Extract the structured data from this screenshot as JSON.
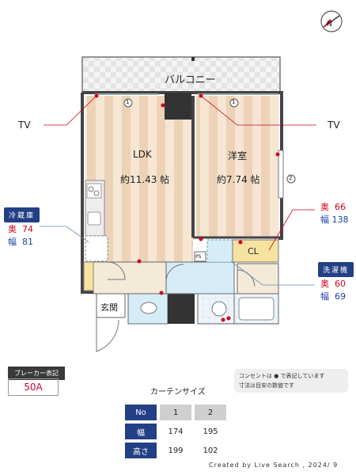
{
  "plan": {
    "balcony": "バルコニー",
    "ldk_name": "LDK",
    "ldk_size": "約11.43 帖",
    "western_name": "洋室",
    "western_size": "約7.74 帖",
    "tv_left": "TV",
    "tv_right": "TV",
    "window1": "1",
    "window2": "1",
    "window3": "2",
    "cl": "CL",
    "ps": "PS",
    "entrance": "玄関"
  },
  "fridge": {
    "tag": "冷蔵庫",
    "depth_label": "奥",
    "depth": "74",
    "width_label": "幅",
    "width": "81"
  },
  "closet_dim": {
    "depth_label": "奥",
    "depth": "66",
    "width_label": "幅",
    "width": "138"
  },
  "washer": {
    "tag": "洗濯機",
    "depth_label": "奥",
    "depth": "60",
    "width_label": "幅",
    "width": "69"
  },
  "breaker": {
    "head": "ブレーカー表記",
    "value": "50A"
  },
  "note": {
    "line1": "コンセントは ● で表記しています",
    "line2": "寸法は目安の数値です"
  },
  "curtain": {
    "title": "カーテンサイズ",
    "rows": [
      {
        "label": "No",
        "a": "1",
        "b": "2"
      },
      {
        "label": "幅",
        "a": "174",
        "b": "195"
      },
      {
        "label": "高さ",
        "a": "199",
        "b": "102"
      }
    ]
  },
  "credit": "Created by Live Search , 2024/ 9",
  "compass": "N",
  "colors": {
    "accent_blue": "#233f86",
    "outlet_red": "#d0021b",
    "floor_stripe": "#f0d8bd",
    "closet_yellow": "#f7e3a0",
    "bath_blue": "#d6ecf7"
  }
}
